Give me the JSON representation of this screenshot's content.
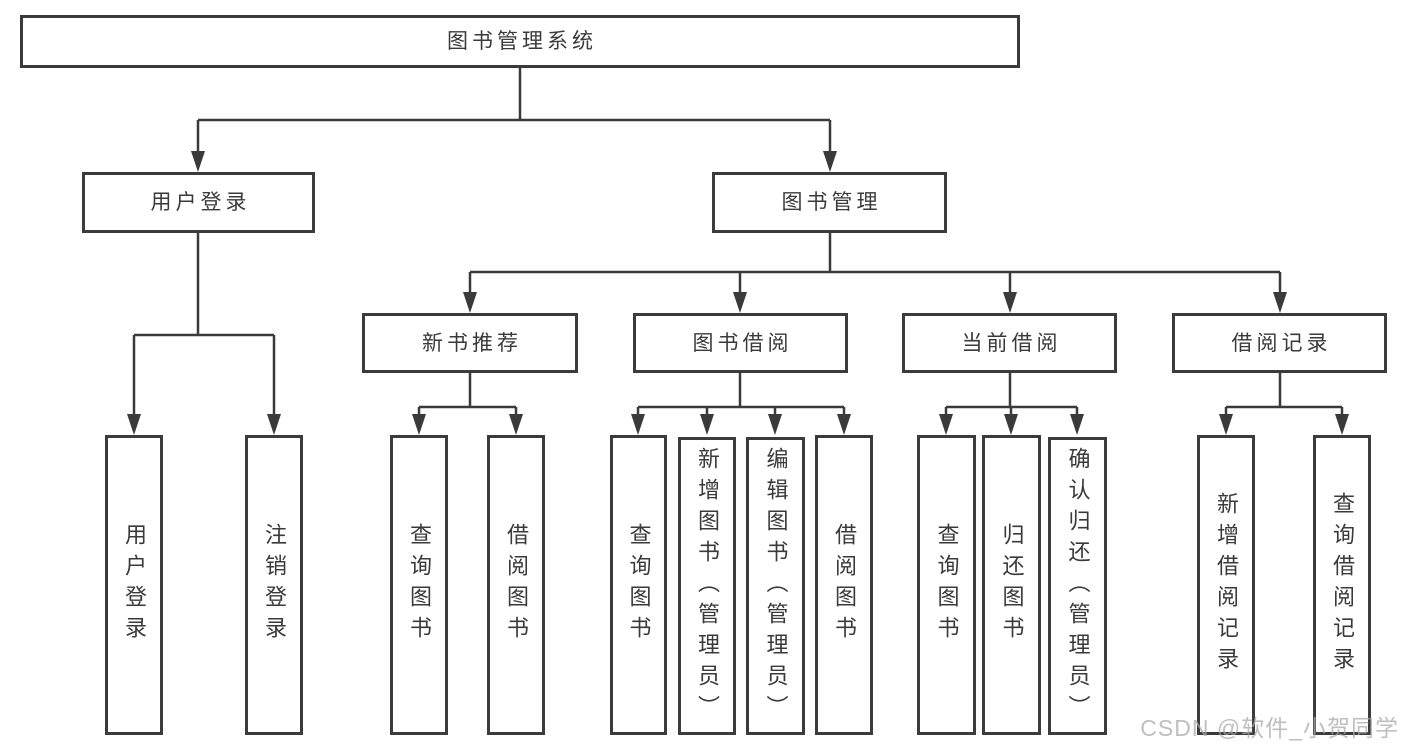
{
  "diagram": {
    "root": "图书管理系统",
    "branches": {
      "user_login": "用户登录",
      "book_management": "图书管理"
    },
    "modules": {
      "new_book_recommend": "新书推荐",
      "book_borrow": "图书借阅",
      "current_borrow": "当前借阅",
      "borrow_record": "借阅记录"
    },
    "leaves": {
      "user_login": "用户登录",
      "logout": "注销登录",
      "nbr_query_book": "查询图书",
      "nbr_borrow_book": "借阅图书",
      "bb_query_book": "查询图书",
      "bb_add_book_admin": "新增图书（管理员）",
      "bb_edit_book_admin": "编辑图书（管理员）",
      "bb_borrow_book": "借阅图书",
      "cb_query_book": "查询图书",
      "cb_return_book": "归还图书",
      "cb_confirm_return_admin": "确认归还（管理员）",
      "br_add_record": "新增借阅记录",
      "br_query_record": "查询借阅记录"
    }
  },
  "watermark": "CSDN @软件_小贺同学",
  "colors": {
    "line": "#3a3a3a",
    "box_border": "#3b3b3b",
    "text": "#3a3a3a",
    "watermark": "#aaaaaa",
    "background": "#ffffff"
  }
}
